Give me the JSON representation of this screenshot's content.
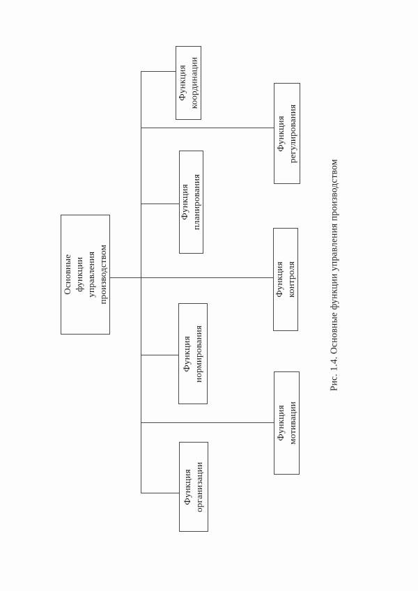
{
  "diagram": {
    "root": {
      "label": "Основные\nфункции управления\nпроизводством"
    },
    "nodes": [
      {
        "id": "koordinacii",
        "label": "Функция\nкоординации"
      },
      {
        "id": "regulirovaniya",
        "label": "Функция\nрегулирования"
      },
      {
        "id": "planirovaniya",
        "label": "Функция\nпланирования"
      },
      {
        "id": "kontrolya",
        "label": "Функция\nконтроля"
      },
      {
        "id": "normirovaniya",
        "label": "Функция\nнормирования"
      },
      {
        "id": "motivacii",
        "label": "Функция\nмотивации"
      },
      {
        "id": "organizacii",
        "label": "Функция\nорганизации"
      }
    ],
    "caption": "Рис. 1.4. Основные функции управления производством",
    "colors": {
      "line": "#4a4a4a",
      "text": "#1f1f1f",
      "background": "#fdfdfd"
    }
  }
}
